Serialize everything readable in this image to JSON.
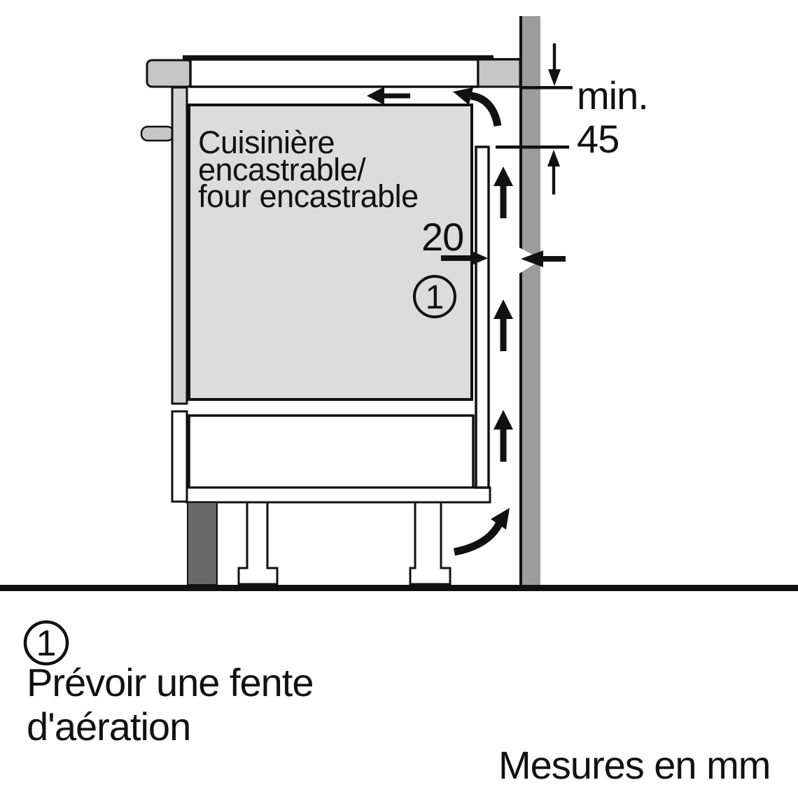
{
  "figure": {
    "type": "installation-diagram",
    "appliance": {
      "label_line1": "Cuisinière",
      "label_line2": "encastrable/",
      "label_line3": "four encastrable"
    },
    "dimensions": {
      "clearance_min_prefix": "min.",
      "clearance_min_value": "45",
      "vent_gap_value": "20",
      "units_note": "Mesures en mm"
    },
    "callout_1": {
      "number": "1"
    },
    "legend": {
      "number": "1",
      "text_line1": "Prévoir une fente",
      "text_line2": "d'aération"
    }
  },
  "colors": {
    "line": "#111111",
    "wall": "#9c9c9c",
    "cooktop_end": "#c6c6c6",
    "oven_body": "#dcdcdc",
    "door": "#d4d4d4",
    "handle": "#c6c6c6",
    "base_block": "#686868",
    "background": "#ffffff"
  }
}
